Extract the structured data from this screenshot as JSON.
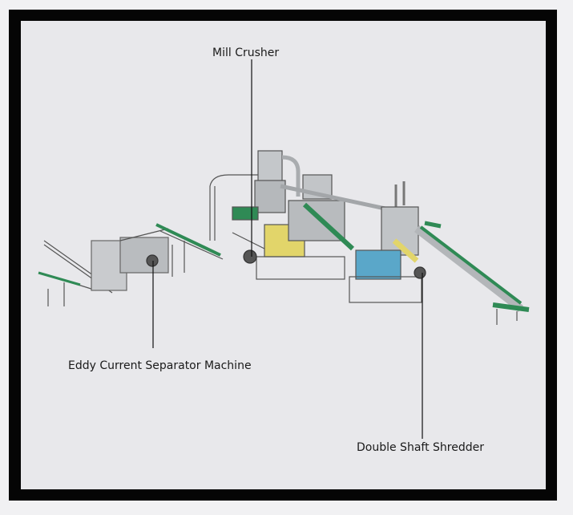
{
  "labels": {
    "mill_crusher": "Mill Crusher",
    "eddy_current": "Eddy Current Separator Machine",
    "double_shaft": "Double Shaft Shredder"
  },
  "colors": {
    "frame": "#050505",
    "panel": "#e8e8eb",
    "conveyor_green": "#2f8a55",
    "metal": "#9aa0a6",
    "yellow": "#e2d56a",
    "blue": "#5aa7c9"
  }
}
